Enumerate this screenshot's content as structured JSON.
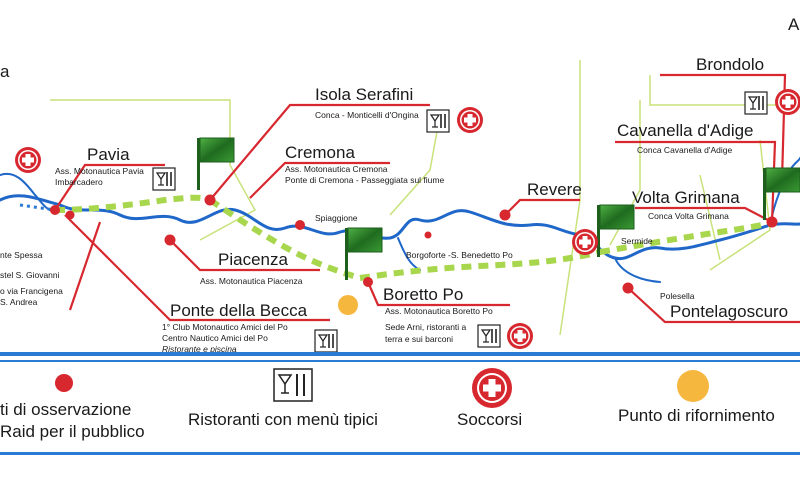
{
  "colors": {
    "river": "#1f67c8",
    "route": "#a8d64c",
    "callout": "#d7282f",
    "leader": "#c8e27a",
    "dot": "#d7282f",
    "fuel": "#f5b73d",
    "flag": "#2f8a2a",
    "band": "#2a7bd4"
  },
  "places": {
    "pavia": {
      "name": "Pavia",
      "desc1": "Ass. Motonautica Pavia",
      "desc2": "Imbarcadero"
    },
    "isola": {
      "name": "Isola Serafini",
      "desc1": "Conca - Monticelli d'Ongina"
    },
    "cremona": {
      "name": "Cremona",
      "desc1": "Ass. Motonautica Cremona",
      "desc2": "Ponte di Cremona - Passeggiata sul fiume"
    },
    "piacenza": {
      "name": "Piacenza",
      "desc1": "Ass. Motonautica Piacenza"
    },
    "spiaggione": {
      "name": "Spiaggione"
    },
    "borgoforte": {
      "name": "Borgoforte -S. Benedetto Po"
    },
    "boretto": {
      "name": "Boretto Po",
      "desc1": "Ass. Motonautica Boretto Po",
      "desc2": "Sede Arni, ristoranti a",
      "desc3": "terra e sui barconi"
    },
    "ponte_becca": {
      "name": "Ponte della Becca",
      "desc1": "1° Club Motonautico Amici del Po",
      "desc2": "Centro Nautico Amici del Po",
      "desc3": "Ristorante e piscina"
    },
    "revere": {
      "name": "Revere"
    },
    "sermide": {
      "name": "Sermide"
    },
    "volta": {
      "name": "Volta Grimana",
      "desc1": "Conca Volta Grimana"
    },
    "cavanella": {
      "name": "Cavanella d'Adige",
      "desc1": "Conca Cavanella d'Adige"
    },
    "brondolo": {
      "name": "Brondolo"
    },
    "polesella": {
      "name": "Polesella"
    },
    "pontelagoscuro": {
      "name": "Pontelagoscuro"
    },
    "left_edge": {
      "top": "a",
      "l1": "nte Spessa",
      "l2": "stel S. Giovanni",
      "l3": "o via Francigena",
      "l4": "S. Andrea"
    },
    "corner": "A"
  },
  "legend": {
    "observation": {
      "line1": "ti di osservazione",
      "line2": "Raid per il pubblico",
      "icon": "red-dot-icon"
    },
    "restaurants": {
      "label": "Ristoranti con menù tipici",
      "icon": "restaurant-icon"
    },
    "rescue": {
      "label": "Soccorsi",
      "icon": "rescue-cross-icon"
    },
    "fuel": {
      "label": "Punto di rifornimento",
      "icon": "fuel-dot-icon"
    }
  }
}
